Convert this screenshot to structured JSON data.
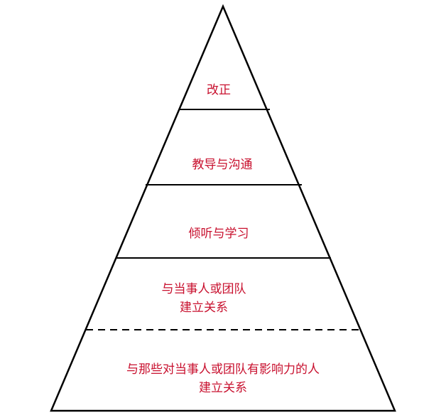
{
  "colors": {
    "text": "#c8102e",
    "lines": "#000000"
  },
  "pyramid": {
    "levels": [
      {
        "lines": [
          "改正"
        ]
      },
      {
        "lines": [
          "教导与沟通"
        ]
      },
      {
        "lines": [
          "倾听与学习"
        ]
      },
      {
        "lines": [
          "与当事人或团队",
          "建立关系"
        ]
      },
      {
        "lines": [
          "与那些对当事人或团队有影响力的人",
          "建立关系"
        ]
      }
    ]
  }
}
